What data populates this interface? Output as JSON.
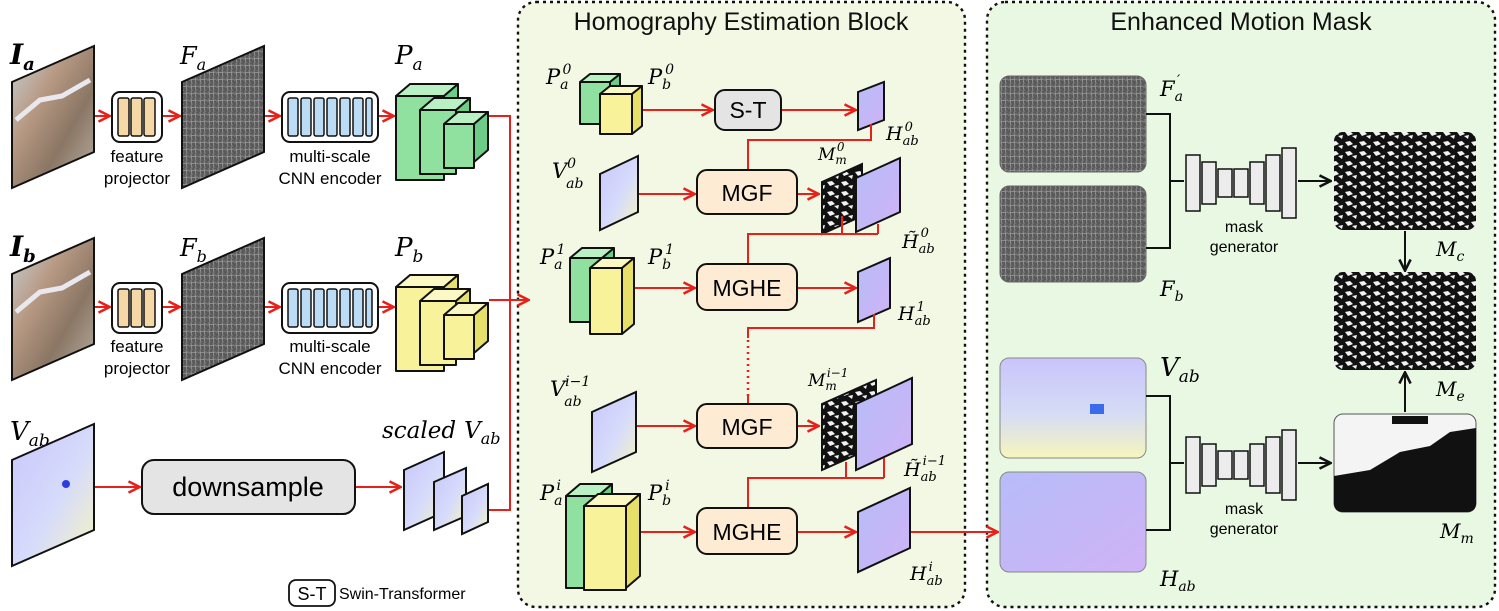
{
  "sections": {
    "homography": "Homography Estimation Block",
    "motion": "Enhanced Motion Mask"
  },
  "left": {
    "Ia": "I",
    "Ia_sub": "a",
    "Ib": "I",
    "Ib_sub": "b",
    "Fa": "F",
    "Fa_sub": "a",
    "Fb": "F",
    "Fb_sub": "b",
    "Pa": "P",
    "Pa_sub": "a",
    "Pb": "P",
    "Pb_sub": "b",
    "Vab": "V",
    "Vab_sub": "ab",
    "feature_projector_1": "feature",
    "feature_projector_2": "projector",
    "encoder_1": "multi-scale",
    "encoder_2": "CNN encoder",
    "downsample": "downsample",
    "scaled_prefix": "scaled",
    "scaled_V": "V",
    "scaled_sub": "ab"
  },
  "block": {
    "st": "S-T",
    "mgf": "MGF",
    "mghe": "MGHE",
    "labels": {
      "Pa0": "P",
      "Pa0_sub": "a",
      "Pa0_sup": "0",
      "Pb0": "P",
      "Pb0_sub": "b",
      "Pb0_sup": "0",
      "Pa1": "P",
      "Pa1_sub": "a",
      "Pa1_sup": "1",
      "Pb1": "P",
      "Pb1_sub": "b",
      "Pb1_sup": "1",
      "Pai": "P",
      "Pai_sub": "a",
      "Pai_sup": "i",
      "Pbi": "P",
      "Pbi_sub": "b",
      "Pbi_sup": "i",
      "Vab0": "V",
      "Vab0_sub": "ab",
      "Vab0_sup": "0",
      "Vabi1": "V",
      "Vabi1_sub": "ab",
      "Vabi1_sup": "i−1",
      "Hab0": "H",
      "Hab0_sub": "ab",
      "Hab0_sup": "0",
      "Htab0": "H̃",
      "Htab0_sub": "ab",
      "Htab0_sup": "0",
      "Hab1": "H",
      "Hab1_sub": "ab",
      "Hab1_sup": "1",
      "Htabi1": "H̃",
      "Htabi1_sub": "ab",
      "Htabi1_sup": "i−1",
      "Habi": "H",
      "Habi_sub": "ab",
      "Habi_sup": "i",
      "Mm0": "M",
      "Mm0_sub": "m",
      "Mm0_sup": "0",
      "Mmi1": "M",
      "Mmi1_sub": "m",
      "Mmi1_sup": "i−1"
    }
  },
  "motion": {
    "Fa_prime": "F",
    "Fa_prime_sub": "a",
    "Fa_prime_sup": "′",
    "Fb": "F",
    "Fb_sub": "b",
    "Vab": "V",
    "Vab_sub": "ab",
    "Hab": "H",
    "Hab_sub": "ab",
    "mask_gen_1": "mask",
    "mask_gen_2": "generator",
    "Mc": "M",
    "Mc_sub": "c",
    "Me": "M",
    "Me_sub": "e",
    "Mm": "M",
    "Mm_sub": "m"
  },
  "legend": {
    "key": "S-T",
    "text": "Swin-Transformer"
  },
  "colors": {
    "arrow": "#e8201a",
    "panel_fill": "#f2f8e4",
    "motion_fill": "#e9f8e2",
    "projector_fill": "#f6d7a6",
    "encoder_fill": "#bcdcf6",
    "green_feat": "#90e0a0",
    "yellow_feat": "#f8f39a",
    "homography": "#aaaaf4",
    "module_fill": "#fdebd4",
    "grey_box": "#e4e4e4"
  }
}
